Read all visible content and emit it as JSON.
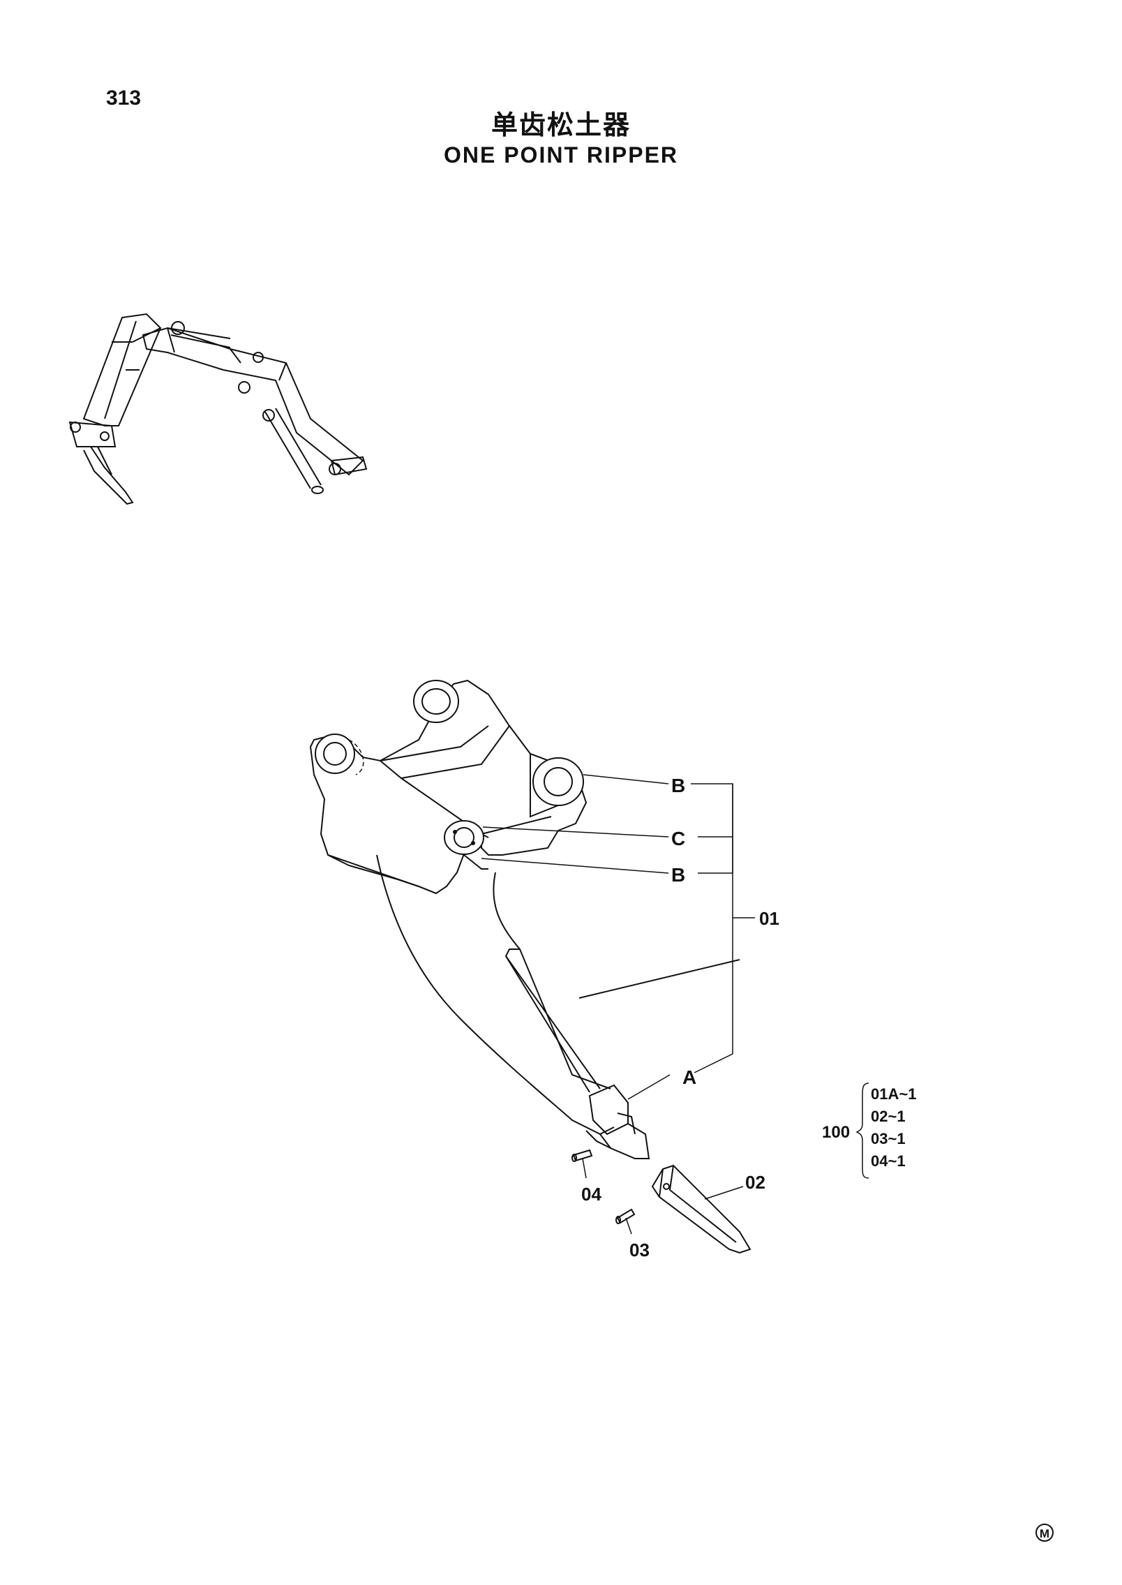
{
  "header": {
    "page_number": "313",
    "title_cn": "单齿松土器",
    "title_en": "ONE POINT RIPPER"
  },
  "callouts": {
    "b_upper": "B",
    "c": "C",
    "b_lower": "B",
    "a": "A",
    "part_01": "01",
    "part_02": "02",
    "part_03": "03",
    "part_04": "04"
  },
  "assembly": {
    "number": "100",
    "items": [
      "01A~1",
      "02~1",
      "03~1",
      "04~1"
    ]
  },
  "footer": {
    "mark": "M"
  }
}
